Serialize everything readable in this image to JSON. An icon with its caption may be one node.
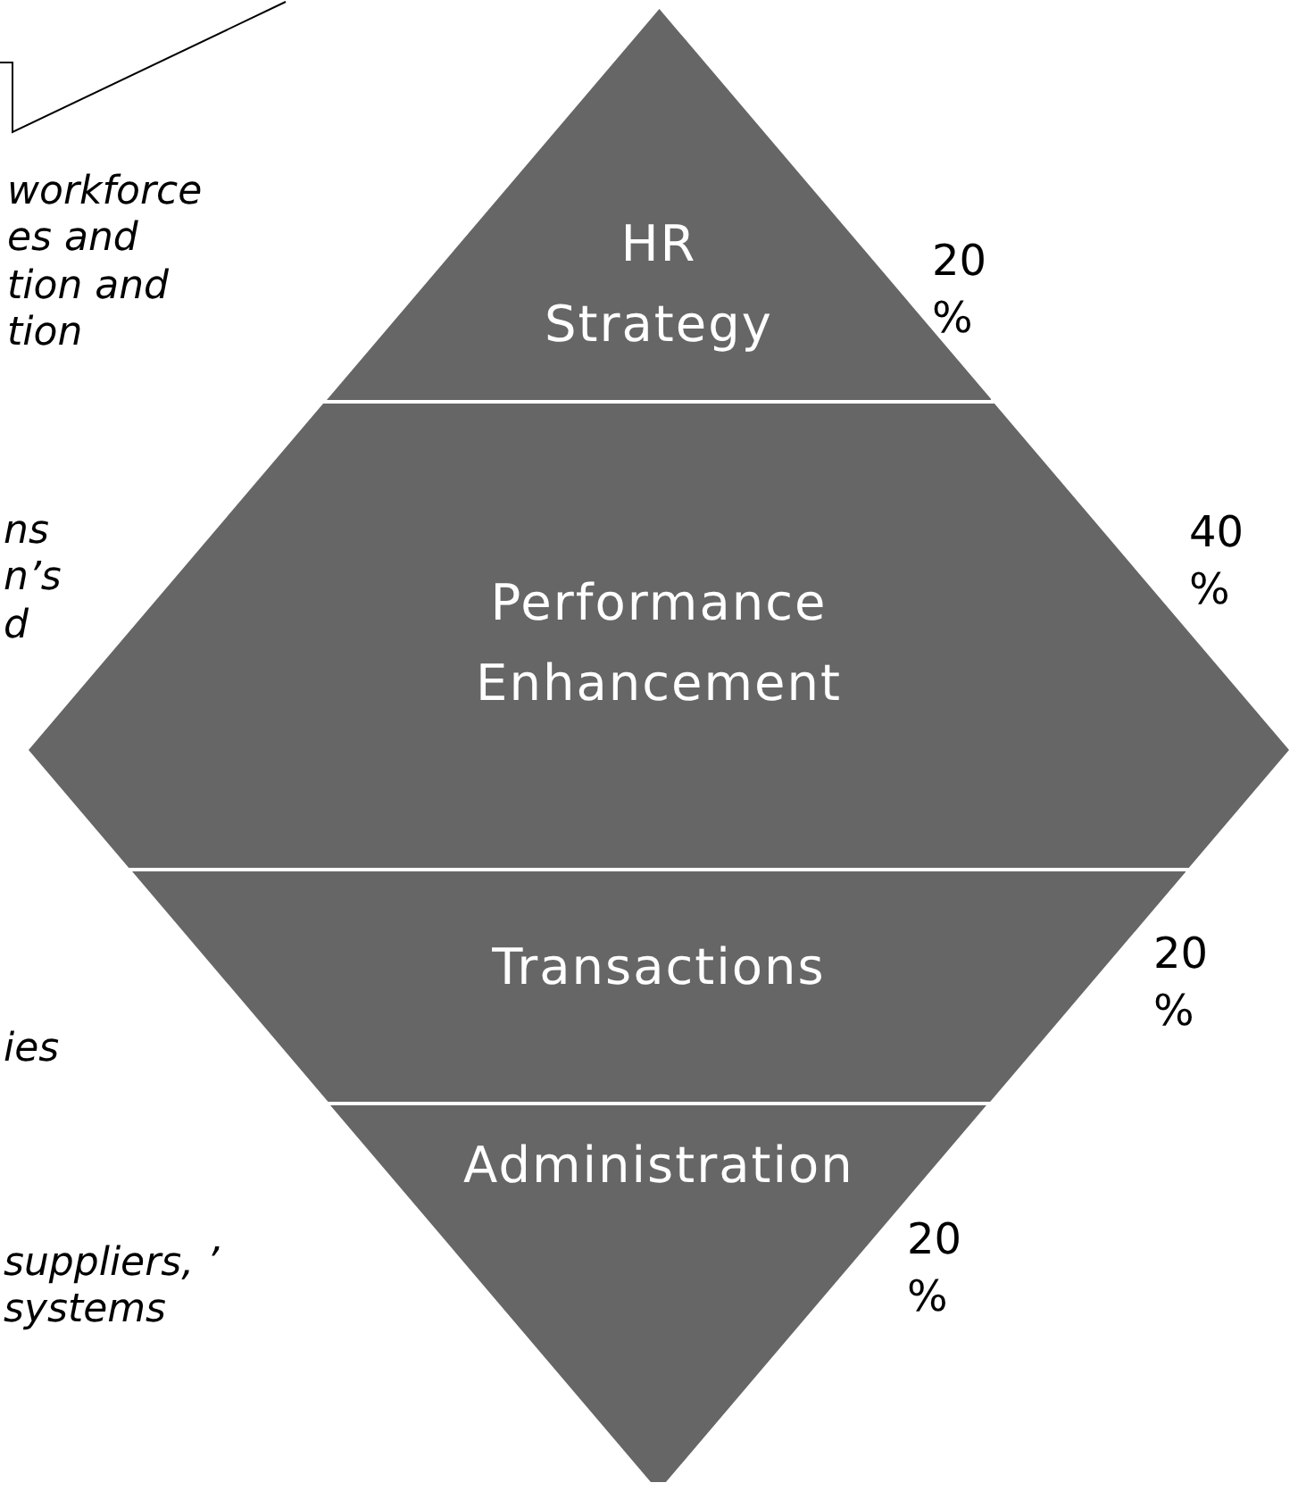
{
  "diagram": {
    "nodes": [
      {
        "text": [
          "HR Strategy"
        ],
        "beside": [
          "20 %"
        ]
      },
      {
        "text": [
          "Performance Enhancement"
        ],
        "beside": [
          "40 %"
        ]
      },
      {
        "text": [
          "Transactions"
        ],
        "beside": [
          "20 %"
        ]
      },
      {
        "text": [
          "Administration"
        ],
        "beside": [
          "20 %"
        ]
      }
    ],
    "labels": [
      "workforce es and tion and tion",
      "ns n’s d",
      "ies",
      "suppliers, ’ systems"
    ]
  }
}
